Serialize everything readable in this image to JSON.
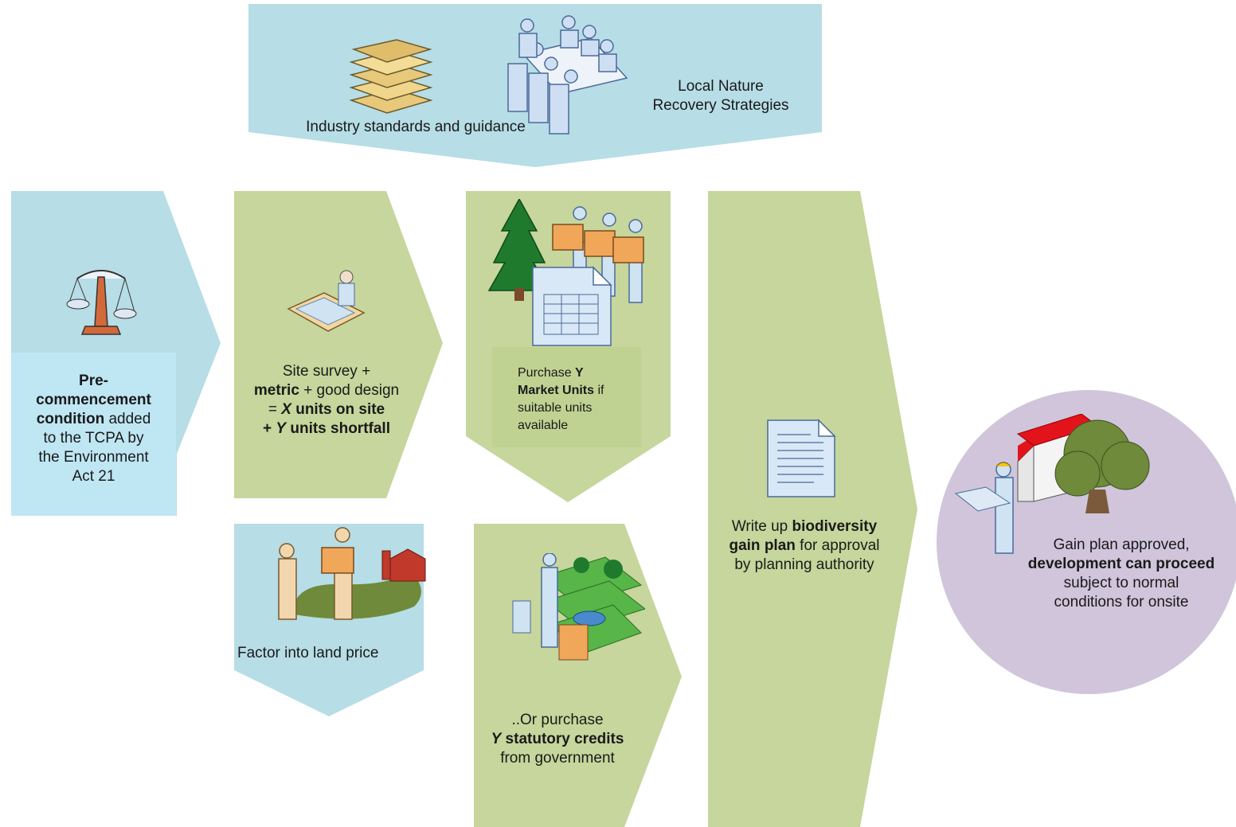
{
  "colors": {
    "blue": "#b7dde6",
    "lightblue": "#bfe6f3",
    "green": "#c6d69c",
    "greenbox": "#c0d292",
    "purple": "#d0c5db"
  },
  "top": {
    "industry": "Industry standards and guidance",
    "lnrs_1": "Local Nature",
    "lnrs_2": "Recovery Strategies"
  },
  "pre": {
    "l1": "Pre-",
    "l2": "commencement",
    "l3a": "condition",
    "l3b": " added",
    "l4": "to the TCPA by",
    "l5": "the Environment",
    "l6": "Act 21"
  },
  "survey": {
    "l1": "Site survey +",
    "l2a": "metric",
    "l2b": " + good design",
    "l3a": "= ",
    "l3b": "X",
    "l3c": " units on site",
    "l4a": "+ ",
    "l4b": "Y",
    "l4c": " units shortfall"
  },
  "market": {
    "l1a": "Purchase ",
    "l1b": "Y",
    "l2": "Market Units",
    "l2b": " if",
    "l3": "suitable units",
    "l4": "available"
  },
  "land": {
    "label": "Factor into land price"
  },
  "statutory": {
    "l1": "..Or purchase",
    "l2a": "Y",
    "l2b": " statutory credits",
    "l3": "from government"
  },
  "plan": {
    "l1a": "Write up ",
    "l1b": "biodiversity",
    "l2a": "gain plan",
    "l2b": " for approval",
    "l3": "by planning authority"
  },
  "approved": {
    "l1": "Gain plan approved,",
    "l2": "development can proceed",
    "l3": "subject to normal",
    "l4": "conditions for onsite"
  },
  "icons": [
    "books-icon",
    "meeting-table-icon",
    "scales-icon",
    "surveyor-map-icon",
    "tree-icon",
    "buyers-boxes-icon",
    "spreadsheet-icon",
    "land-sale-icon",
    "landscape-icon",
    "document-icon",
    "builder-house-tree-icon"
  ]
}
